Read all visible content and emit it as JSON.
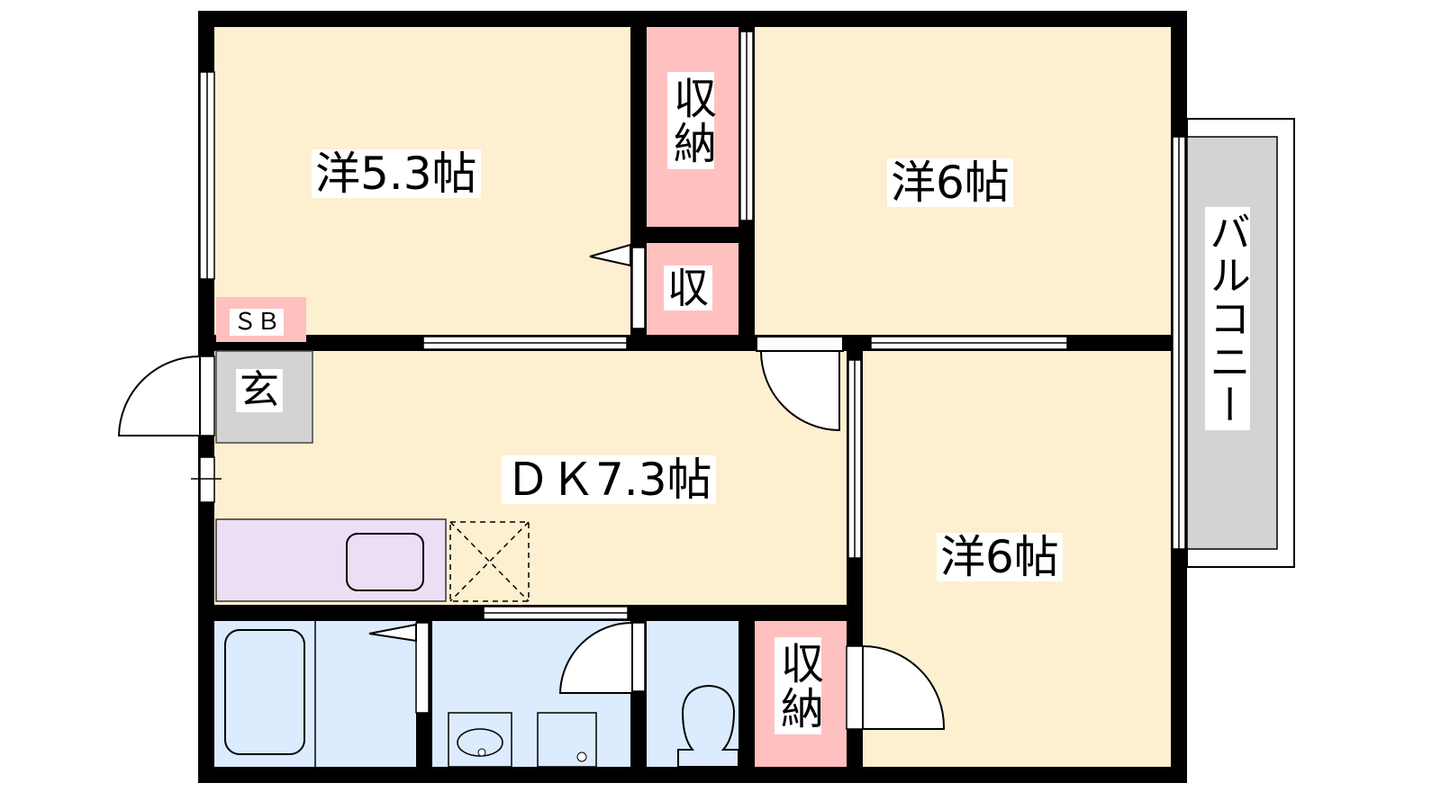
{
  "rooms": {
    "western_top_left": "洋5.3帖",
    "closet_top": "収納",
    "storage_small": "収",
    "western_top_right": "洋6帖",
    "shoe_box": "ＳＢ",
    "entrance": "玄",
    "dining_kitchen": "ＤＫ7.3帖",
    "western_bottom_right": "洋6帖",
    "closet_bottom": "収納",
    "balcony": "バルコニー"
  },
  "colors": {
    "room": "#fdf0d0",
    "storage": "#ffc0c0",
    "entrance": "#d3d3d3",
    "wet_area": "#dcebfd",
    "kitchen": "#ecdff5",
    "wall": "#000000"
  }
}
